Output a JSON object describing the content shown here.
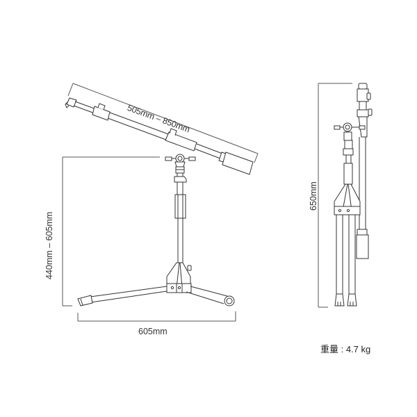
{
  "figure": {
    "title": "Microphone boom stand dimension diagram",
    "views": [
      "front-view",
      "side-view"
    ]
  },
  "dimensions": {
    "boom_length": "505mm – 850mm",
    "stand_height": "440mm – 605mm",
    "base_width": "605mm",
    "folded_height": "650mm"
  },
  "weight": {
    "label": "重量",
    "separator": " : ",
    "value": "4.7 kg",
    "full": "重量 : 4.7 kg"
  },
  "colors": {
    "line": "#333333",
    "dim_line": "#555555",
    "text": "#333333",
    "background": "#ffffff"
  }
}
